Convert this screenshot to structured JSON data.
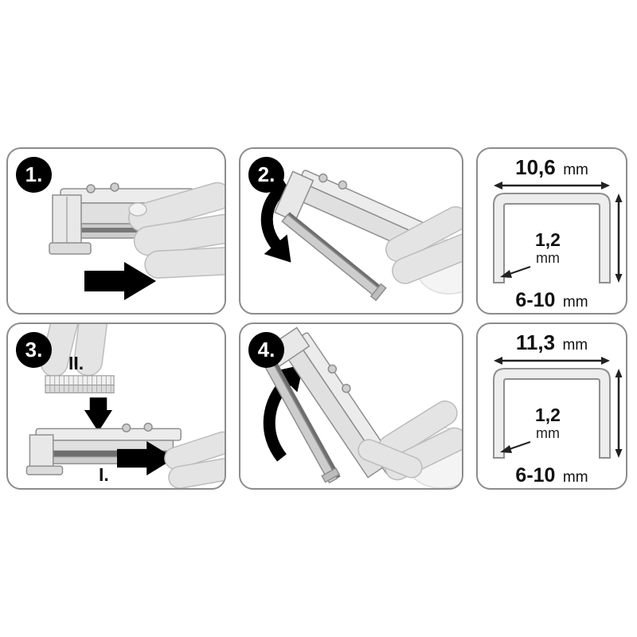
{
  "colors": {
    "panel_border": "#8c8c8c",
    "badge_background": "#000000",
    "badge_text": "#ffffff",
    "arrow_color": "#000000",
    "text_color": "#111111"
  },
  "steps": [
    {
      "number": "1."
    },
    {
      "number": "2."
    },
    {
      "number": "3.",
      "insert_label": "I.",
      "strip_label": "II."
    },
    {
      "number": "4."
    }
  ],
  "icons": {
    "step1": "arrow-right",
    "step2": "curved-arrow-down",
    "step3_first": "arrow-down",
    "step3_second": "arrow-right",
    "step4": "curved-arrow-up"
  },
  "specs": [
    {
      "crown_width": "10,6",
      "crown_unit": "mm",
      "wire": "1,2",
      "wire_unit": "mm",
      "leg_length": "6-10",
      "leg_unit": "mm"
    },
    {
      "crown_width": "11,3",
      "crown_unit": "mm",
      "wire": "1,2",
      "wire_unit": "mm",
      "leg_length": "6-10",
      "leg_unit": "mm"
    }
  ]
}
